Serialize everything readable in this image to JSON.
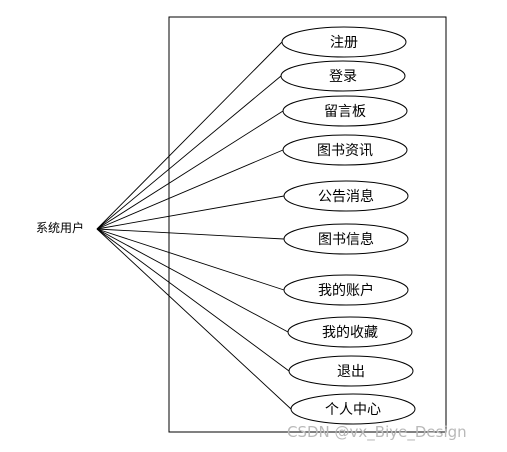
{
  "actor": {
    "label": "系统用户"
  },
  "use_cases": [
    {
      "label": "注册"
    },
    {
      "label": "登录"
    },
    {
      "label": "留言板"
    },
    {
      "label": "图书资讯"
    },
    {
      "label": "公告消息"
    },
    {
      "label": "图书信息"
    },
    {
      "label": "我的账户"
    },
    {
      "label": "我的收藏"
    },
    {
      "label": "退出"
    },
    {
      "label": "个人中心"
    }
  ],
  "watermark": "CSDN @vx_Biye_Design",
  "colors": {
    "line": "#000000",
    "watermark": "#b9b9b9",
    "background": "#ffffff"
  }
}
